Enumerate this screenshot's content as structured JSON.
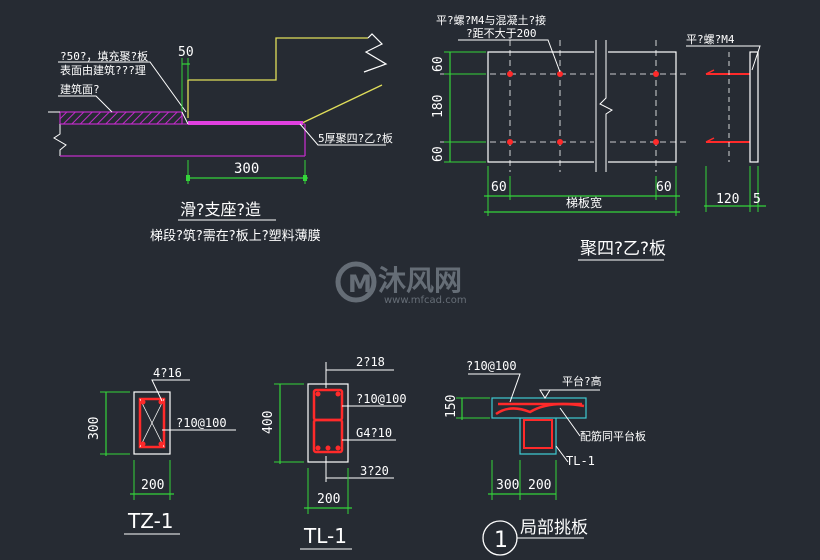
{
  "colors": {
    "background": "#262b33",
    "line": "#ffffff",
    "dimension": "#34d43a",
    "rebar": "#ff2a2a",
    "structure": "#e0de5a",
    "teflon": "#c02cc8",
    "cyan": "#3fc9d2"
  },
  "slide": {
    "note_50": "?50?，填充聚?板",
    "note_surface": "表面由建筑???理",
    "note_floor": "建筑面?",
    "dim_50": "50",
    "dim_300": "300",
    "label_teflon": "5厚聚四?乙?板",
    "title": "滑?支座?造",
    "subtitle": "梯段?筑?需在?板上?塑料薄膜"
  },
  "plate": {
    "note_bolt": "平?螺?M4与混凝土?接",
    "note_spacing": "?距不大于200",
    "side_note": "平?螺?M4",
    "dim_60a": "60",
    "dim_180": "180",
    "dim_60b": "60",
    "dim_left60": "60",
    "dim_right60": "60",
    "label_width": "梯板宽",
    "dim_120": "120",
    "dim_5": "5",
    "title": "聚四?乙?板"
  },
  "watermark": {
    "brand": "沐风网",
    "url": "www.mfcad.com"
  },
  "tz1": {
    "rebar_main": "4?16",
    "stirrup": "?10@100",
    "dim_300": "300",
    "dim_200": "200",
    "title": "TZ-1"
  },
  "tl1": {
    "top_bar": "2?18",
    "stirrup": "?10@100",
    "waist": "G4?10",
    "bottom_bar": "3?20",
    "dim_400": "400",
    "dim_200": "200",
    "title": "TL-1"
  },
  "detail": {
    "number": "1",
    "stirrup": "?10@100",
    "platform_elev": "平台?高",
    "rebar_note": "配筋同平台板",
    "beam_label": "TL-1",
    "dim_150": "150",
    "dim_300": "300",
    "dim_200": "200",
    "title": "局部挑板"
  }
}
